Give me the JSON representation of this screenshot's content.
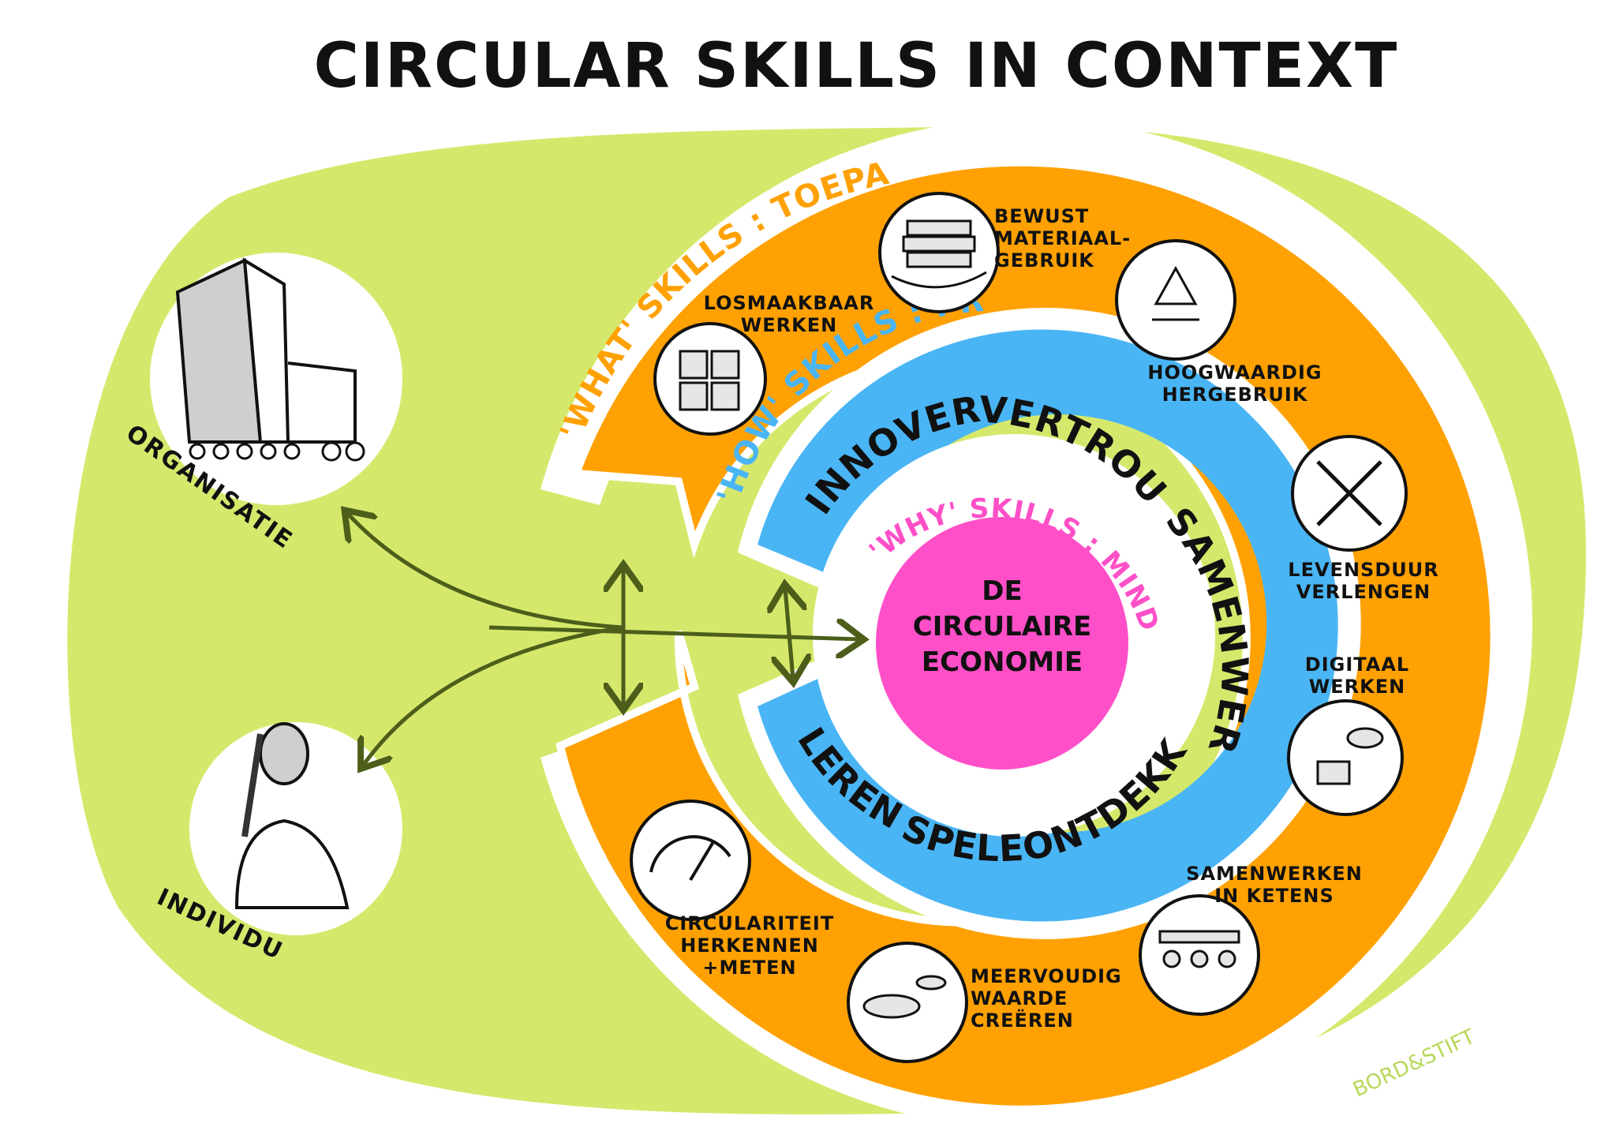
{
  "title": "CIRCULAR SKILLS IN CONTEXT",
  "colors": {
    "background_blob": "#d6e86c",
    "what_ring": "#ffa103",
    "how_ring": "#4ab5f4",
    "why_core": "#ff4fc8",
    "arrows": "#4c5e1a"
  },
  "context": {
    "organisatie": "ORGANISATIE",
    "individu": "INDIVIDU"
  },
  "rings": {
    "what": {
      "label": "'WHAT' SKILLS : TOEPASSING"
    },
    "how": {
      "label": "'HOW' SKILLS : PROCES"
    },
    "why": {
      "label": "'WHY' SKILLS : MINDSET"
    }
  },
  "how_skills": {
    "innoveren": "INNOVEREN",
    "vertrouwen": "VERTROUWEN",
    "samenwerken": "SAMENWERKEN",
    "ontdekken": "ONTDEKKEN",
    "spelen": "SPELEN",
    "leren": "LEREN"
  },
  "core": {
    "line1": "DE",
    "line2": "CIRCULAIRE",
    "line3": "ECONOMIE"
  },
  "what_skills": [
    {
      "lines": [
        "LOSMAAKBAAR",
        "WERKEN"
      ],
      "icon": "puzzle-icon"
    },
    {
      "lines": [
        "BEWUST",
        "MATERIAAL-",
        "GEBRUIK"
      ],
      "icon": "material-stack-hand-icon"
    },
    {
      "lines": [
        "HOOGWAARDIG",
        "HERGEBRUIK"
      ],
      "icon": "recycle-icon"
    },
    {
      "lines": [
        "LEVENSDUUR",
        "VERLENGEN"
      ],
      "icon": "wrench-screwdriver-icon"
    },
    {
      "lines": [
        "DIGITAAL",
        "WERKEN"
      ],
      "icon": "cloud-computer-icon"
    },
    {
      "lines": [
        "SAMENWERKEN",
        "IN KETENS"
      ],
      "icon": "people-chain-icon"
    },
    {
      "lines": [
        "MEERVOUDIG",
        "WAARDE",
        "CREËREN"
      ],
      "icon": "landscape-icon"
    },
    {
      "lines": [
        "CIRCULARITEIT",
        "HERKENNEN",
        "+METEN"
      ],
      "icon": "gauge-icon"
    }
  ],
  "signature": "BORD&STIFT"
}
